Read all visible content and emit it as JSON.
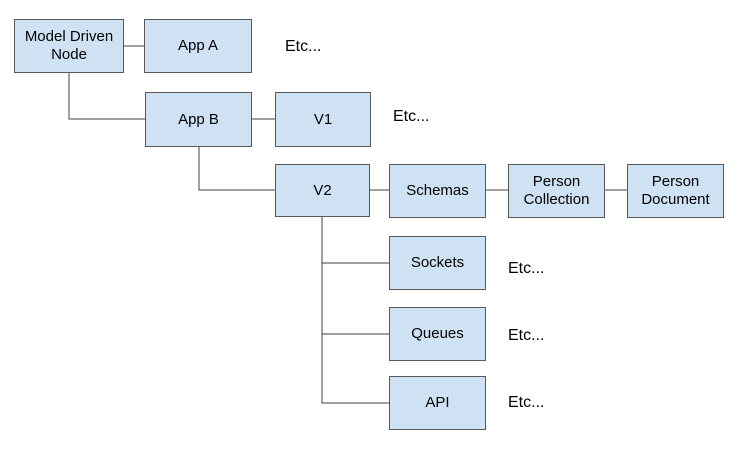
{
  "colors": {
    "node_fill": "#cfe2f3",
    "node_border": "#595959",
    "connector": "#404040",
    "text": "#000000"
  },
  "nodes": {
    "model_driven_node": "Model Driven Node",
    "app_a": "App A",
    "app_b": "App B",
    "v1": "V1",
    "v2": "V2",
    "schemas": "Schemas",
    "person_collection": "Person Collection",
    "person_document": "Person Document",
    "sockets": "Sockets",
    "queues": "Queues",
    "api": "API"
  },
  "etc": {
    "app_a": "Etc...",
    "v1": "Etc...",
    "sockets": "Etc...",
    "queues": "Etc...",
    "api": "Etc..."
  }
}
